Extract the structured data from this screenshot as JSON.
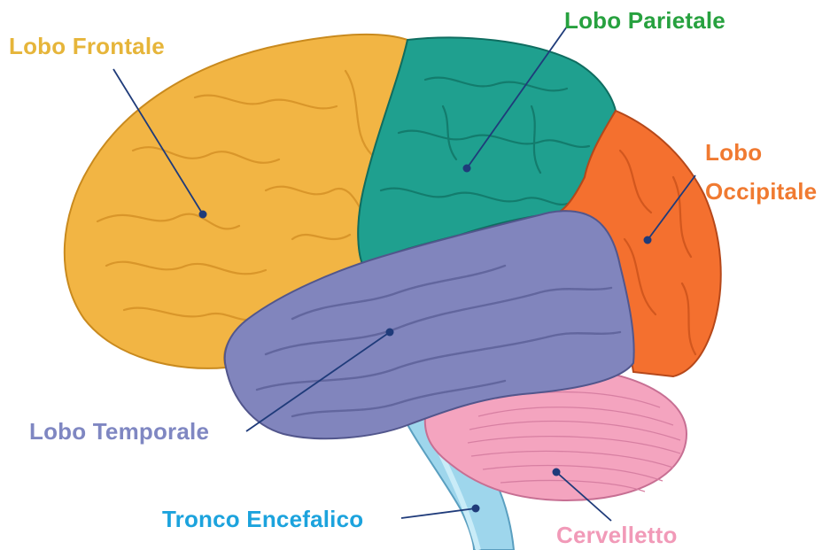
{
  "labels": {
    "frontal": "Lobo Frontale",
    "parietal": "Lobo Parietale",
    "occipital_line1": "Lobo",
    "occipital_line2": "Occipitale",
    "temporal": "Lobo Temporale",
    "brainstem": "Tronco Encefalico",
    "cerebellum": "Cervelletto"
  },
  "colors": {
    "frontal": "#F2B544",
    "frontal_label": "#E6B53A",
    "parietal": "#1FA08F",
    "parietal_label": "#27A13F",
    "occipital": "#F4702F",
    "occipital_label": "#F07A31",
    "temporal": "#8185BD",
    "temporal_label": "#7F87C2",
    "brainstem": "#9ED6EC",
    "brainstem_label": "#1CA3DD",
    "cerebellum": "#F4A4BF",
    "cerebellum_label": "#F19AB8",
    "leader_line": "#1F3B7A"
  }
}
